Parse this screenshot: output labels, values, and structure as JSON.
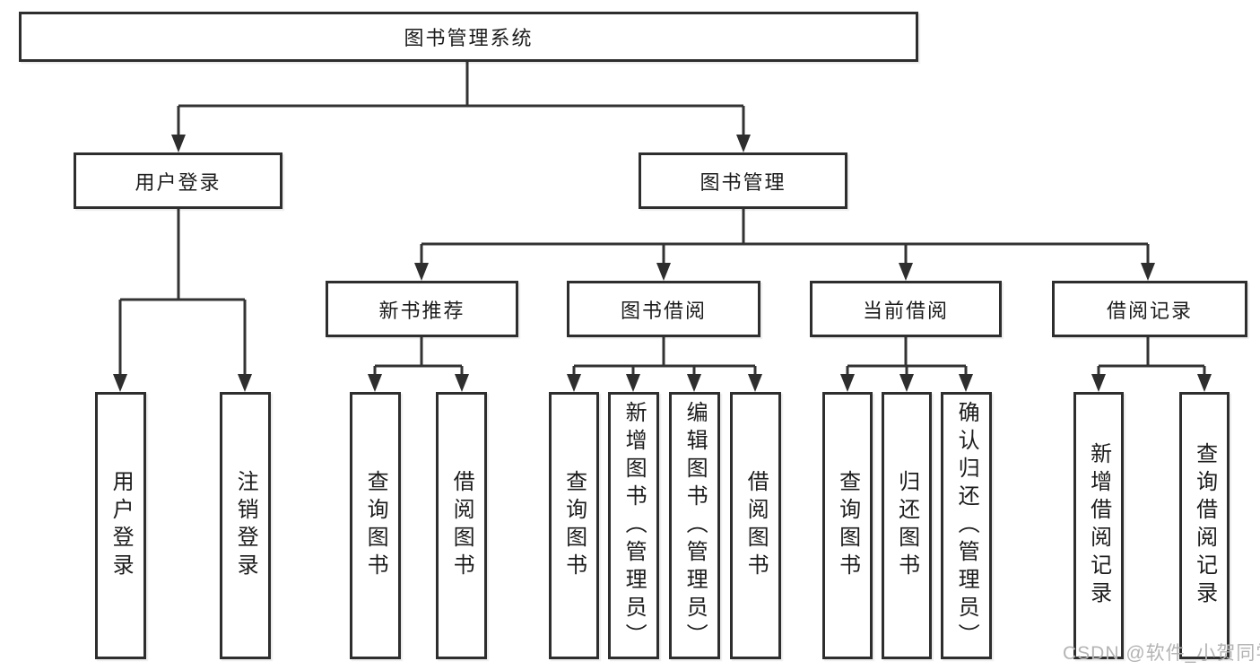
{
  "tree": {
    "label": "图书管理系统",
    "children": [
      {
        "label": "用户登录",
        "children": [
          {
            "label": "用户登录"
          },
          {
            "label": "注销登录"
          }
        ]
      },
      {
        "label": "图书管理",
        "children": [
          {
            "label": "新书推荐",
            "children": [
              {
                "label": "查询图书"
              },
              {
                "label": "借阅图书"
              }
            ]
          },
          {
            "label": "图书借阅",
            "children": [
              {
                "label": "查询图书"
              },
              {
                "label": "新增图书（管理员）"
              },
              {
                "label": "编辑图书（管理员）"
              },
              {
                "label": "借阅图书"
              }
            ]
          },
          {
            "label": "当前借阅",
            "children": [
              {
                "label": "查询图书"
              },
              {
                "label": "归还图书"
              },
              {
                "label": "确认归还（管理员）"
              }
            ]
          },
          {
            "label": "借阅记录",
            "children": [
              {
                "label": "新增借阅记录"
              },
              {
                "label": "查询借阅记录"
              }
            ]
          }
        ]
      }
    ]
  },
  "watermark": {
    "text": "CSDN @软件_小贺同学"
  },
  "colors": {
    "line": "#333333",
    "border": "#2e2e2e",
    "text": "#1c1c1c",
    "watermark": "#b4b4b4",
    "background": "#ffffff"
  }
}
